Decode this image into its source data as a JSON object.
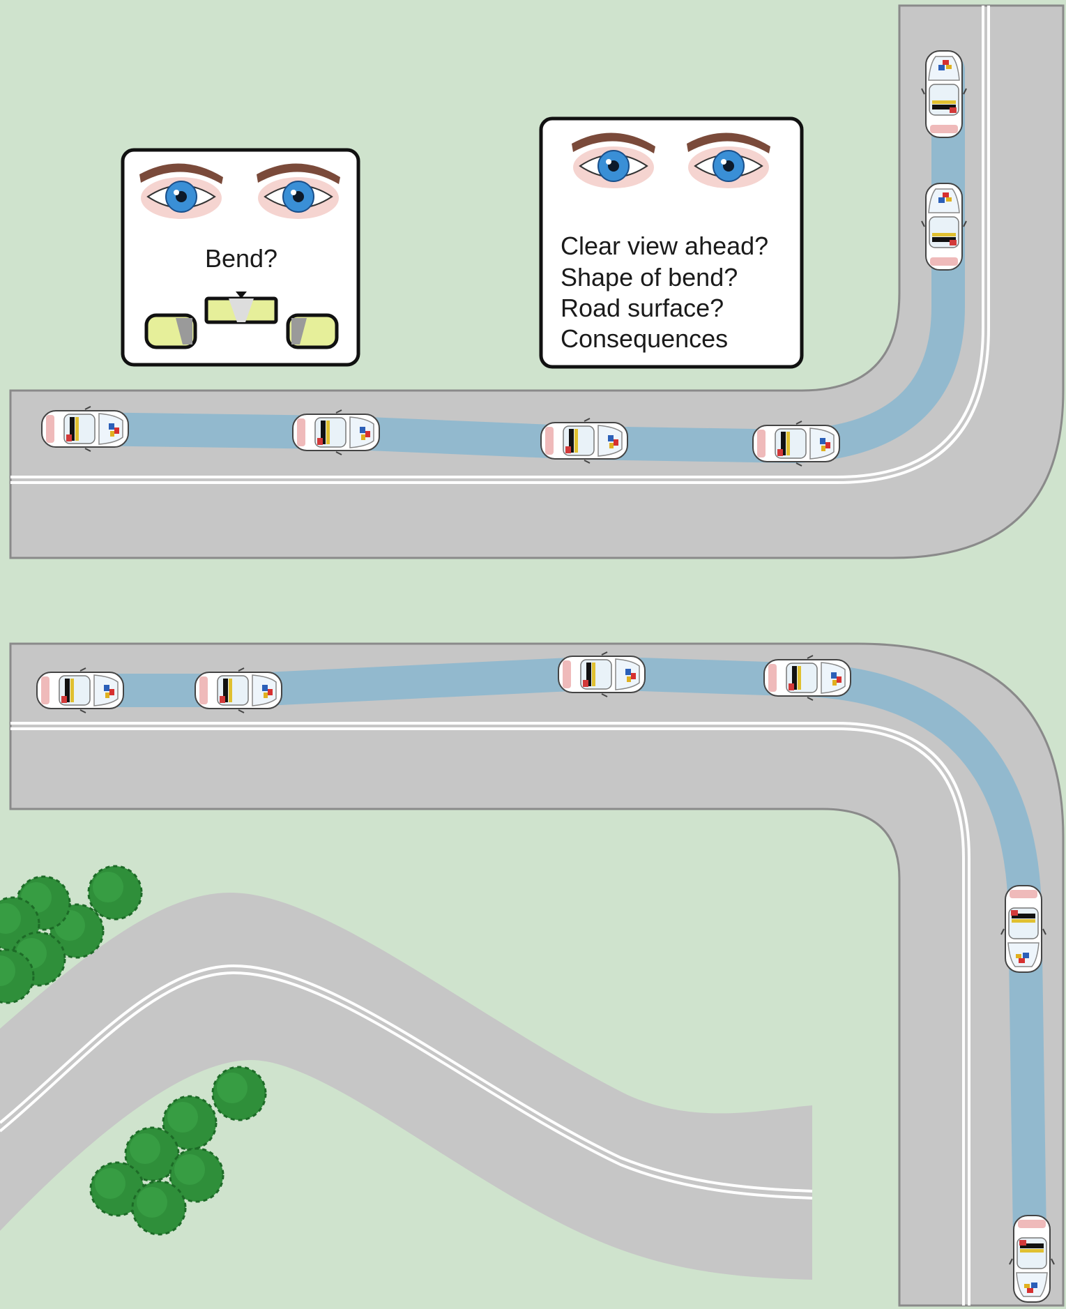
{
  "panels": {
    "left": {
      "question": "Bend?"
    },
    "right": {
      "lines": [
        "Clear view ahead?",
        "Shape of bend?",
        "Road surface?",
        "Consequences"
      ]
    }
  },
  "colors": {
    "grass": "#cfe3cd",
    "road": "#c6c6c6",
    "road_edge": "#8a8a8a",
    "lane_line": "#ffffff",
    "path": "#8fb8cf",
    "tree": "#2f8f3a",
    "tree_dark": "#1d6b27",
    "iris": "#3a8fd6",
    "brow": "#7a4a3a",
    "mirror_glass": "#e6ef9a"
  },
  "icons": {
    "eyes": "eyes-icon",
    "mirrors": "mirrors-icon",
    "car": "car-icon",
    "tree": "tree-icon"
  }
}
